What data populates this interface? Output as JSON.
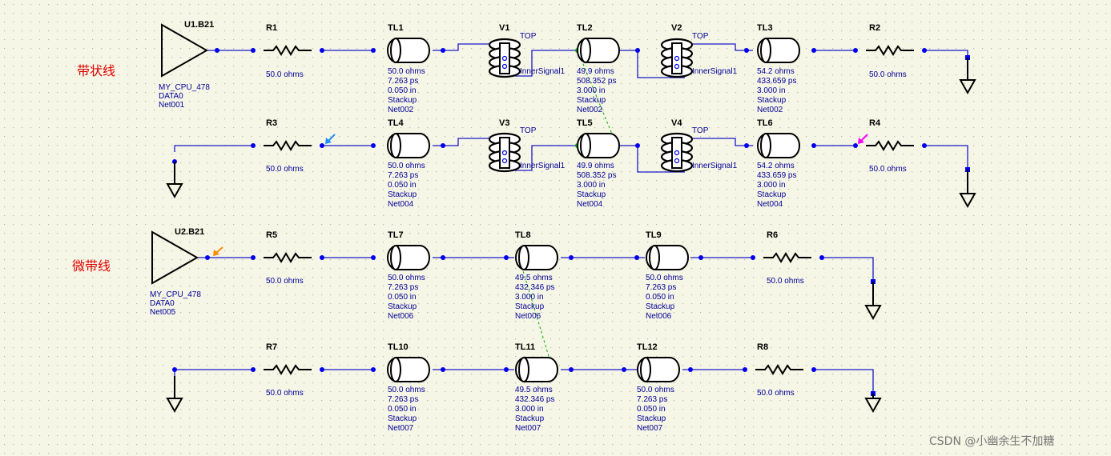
{
  "labels": {
    "stripline": "带状线",
    "microstrip": "微带线",
    "watermark": "CSDN @小幽余生不加糖"
  },
  "drivers": [
    {
      "ref": "U1.B21",
      "model": "MY_CPU_478",
      "signal": "DATA0",
      "net": "Net001"
    },
    {
      "ref": "U2.B21",
      "model": "MY_CPU_478",
      "signal": "DATA0",
      "net": "Net005"
    }
  ],
  "resistors": [
    {
      "ref": "R1",
      "value": "50.0 ohms"
    },
    {
      "ref": "R2",
      "value": "50.0 ohms"
    },
    {
      "ref": "R3",
      "value": "50.0 ohms"
    },
    {
      "ref": "R4",
      "value": "50.0 ohms"
    },
    {
      "ref": "R5",
      "value": "50.0 ohms"
    },
    {
      "ref": "R6",
      "value": "50.0 ohms"
    },
    {
      "ref": "R7",
      "value": "50.0 ohms"
    },
    {
      "ref": "R8",
      "value": "50.0 ohms"
    }
  ],
  "tlines": [
    {
      "ref": "TL1",
      "lines": [
        "50.0 ohms",
        "7.263 ps",
        "0.050 in",
        "Stackup",
        "Net002"
      ]
    },
    {
      "ref": "TL2",
      "lines": [
        "49.9 ohms",
        "508.352 ps",
        "3.000 in",
        "Stackup",
        "Net002"
      ]
    },
    {
      "ref": "TL3",
      "lines": [
        "54.2 ohms",
        "433.659 ps",
        "3.000 in",
        "Stackup",
        "Net002"
      ]
    },
    {
      "ref": "TL4",
      "lines": [
        "50.0 ohms",
        "7.263 ps",
        "0.050 in",
        "Stackup",
        "Net004"
      ]
    },
    {
      "ref": "TL5",
      "lines": [
        "49.9 ohms",
        "508.352 ps",
        "3.000 in",
        "Stackup",
        "Net004"
      ]
    },
    {
      "ref": "TL6",
      "lines": [
        "54.2 ohms",
        "433.659 ps",
        "3.000 in",
        "Stackup",
        "Net004"
      ]
    },
    {
      "ref": "TL7",
      "lines": [
        "50.0 ohms",
        "7.263 ps",
        "0.050 in",
        "Stackup",
        "Net006"
      ]
    },
    {
      "ref": "TL8",
      "lines": [
        "49.5 ohms",
        "432.346 ps",
        "3.000 in",
        "Stackup",
        "Net006"
      ]
    },
    {
      "ref": "TL9",
      "lines": [
        "50.0 ohms",
        "7.263 ps",
        "0.050 in",
        "Stackup",
        "Net006"
      ]
    },
    {
      "ref": "TL10",
      "lines": [
        "50.0 ohms",
        "7.263 ps",
        "0.050 in",
        "Stackup",
        "Net007"
      ]
    },
    {
      "ref": "TL11",
      "lines": [
        "49.5 ohms",
        "432.346 ps",
        "3.000 in",
        "Stackup",
        "Net007"
      ]
    },
    {
      "ref": "TL12",
      "lines": [
        "50.0 ohms",
        "7.263 ps",
        "0.050 in",
        "Stackup",
        "Net007"
      ]
    }
  ],
  "vias": [
    {
      "ref": "V1",
      "top": "TOP",
      "bottom": "InnerSignal1"
    },
    {
      "ref": "V2",
      "top": "TOP",
      "bottom": "InnerSignal1"
    },
    {
      "ref": "V3",
      "top": "TOP",
      "bottom": "InnerSignal1"
    },
    {
      "ref": "V4",
      "top": "TOP",
      "bottom": "InnerSignal1"
    }
  ],
  "colors": {
    "background": "#f6f6e6",
    "grid_dot": "#b8b8a8",
    "wire": "#1a1acc",
    "label_red": "#e00000",
    "text_blue": "#000099",
    "coupling": "#00aa00",
    "probe_blue": "#1e90ff",
    "probe_magenta": "#ff00ff",
    "probe_orange": "#ff8c00"
  }
}
